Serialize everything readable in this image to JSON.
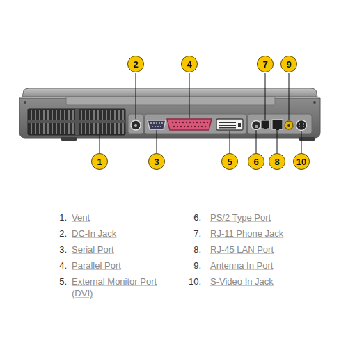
{
  "diagram": {
    "nodes": [
      {
        "text": [
          "2"
        ]
      },
      {
        "text": [
          "4"
        ]
      },
      {
        "text": [
          "7"
        ]
      },
      {
        "text": [
          "9"
        ]
      },
      {
        "text": [
          "1"
        ]
      },
      {
        "text": [
          "3"
        ]
      },
      {
        "text": [
          "5"
        ]
      },
      {
        "text": [
          "6"
        ]
      },
      {
        "text": [
          "8"
        ]
      },
      {
        "text": [
          "10"
        ]
      }
    ],
    "labels": [
      "1.",
      "Vent",
      "2.",
      "DC-In Jack",
      "3.",
      "Serial Port",
      "4.",
      "Parallel Port",
      "5.",
      "External Monitor Port (DVI)",
      "6.",
      "PS/2 Type Port",
      "7.",
      "RJ-11 Phone Jack",
      "8.",
      "RJ-45 LAN Port",
      "9.",
      "Antenna In Port",
      "10.",
      "S-Video In Jack"
    ]
  }
}
